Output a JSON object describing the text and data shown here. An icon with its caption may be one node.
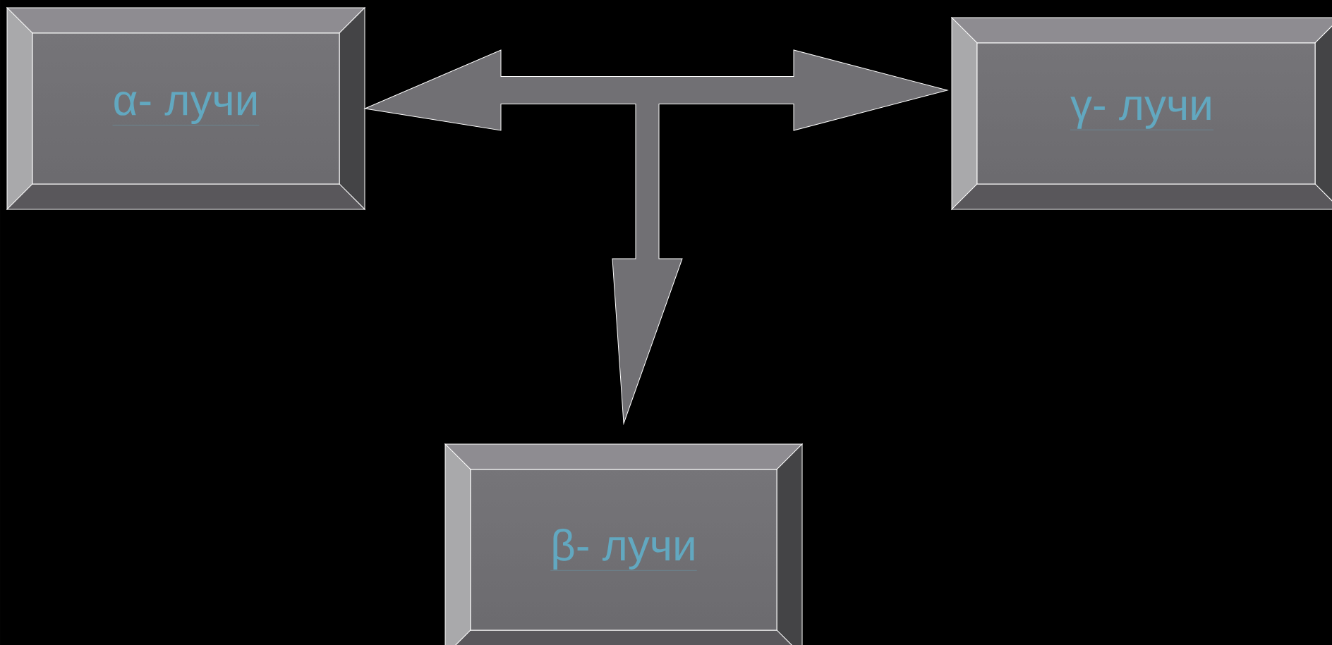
{
  "diagram": {
    "nodes": [
      {
        "text": [
          "α- лучи"
        ]
      },
      {
        "text": [
          "γ- лучи"
        ]
      },
      {
        "text": [
          "β- лучи"
        ]
      }
    ],
    "edges": [
      {
        "from": 0,
        "to": 1,
        "arrow": "both"
      },
      {
        "from": null,
        "to": 2,
        "arrow": "to"
      }
    ]
  }
}
